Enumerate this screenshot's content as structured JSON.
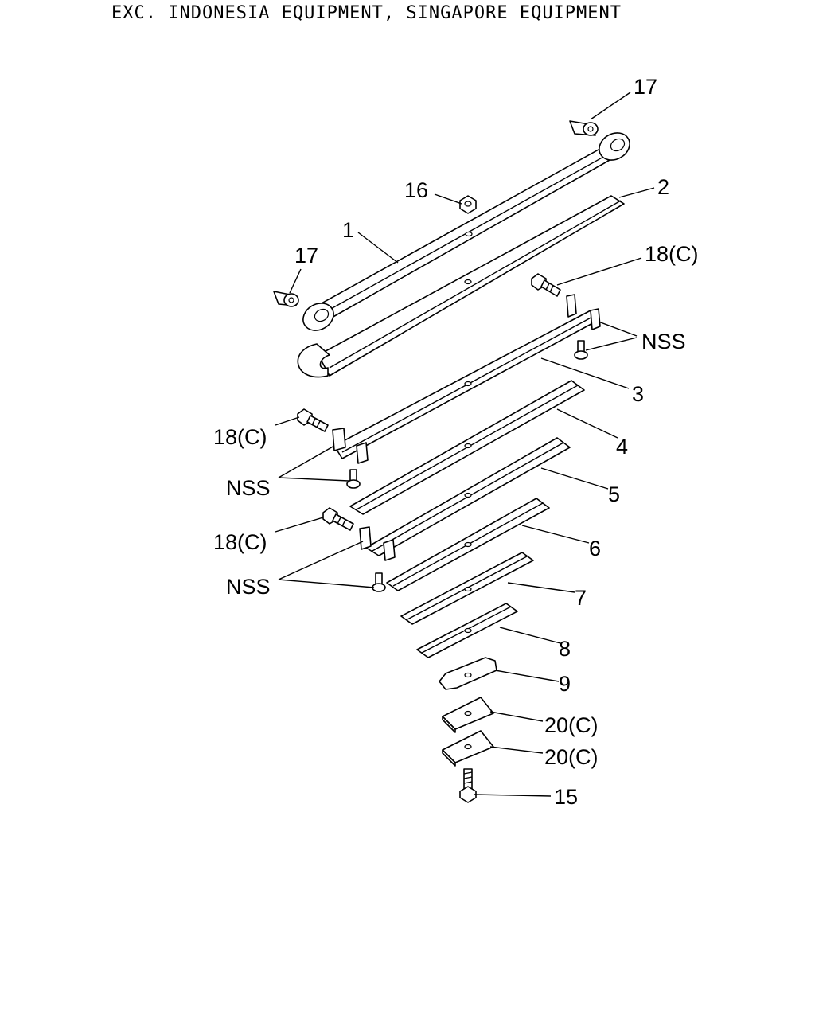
{
  "header": {
    "title": "EXC. INDONESIA EQUIPMENT, SINGAPORE EQUIPMENT"
  },
  "callouts": {
    "c17_top": "17",
    "c16": "16",
    "c2": "2",
    "c1": "1",
    "c17_left": "17",
    "c18_right": "18(C)",
    "c_nss_right": "NSS",
    "c3": "3",
    "c18_mid": "18(C)",
    "c4": "4",
    "c_nss_mid": "NSS",
    "c5": "5",
    "c18_low": "18(C)",
    "c6": "6",
    "c_nss_low": "NSS",
    "c7": "7",
    "c8": "8",
    "c9": "9",
    "c20_a": "20(C)",
    "c20_b": "20(C)",
    "c15": "15"
  }
}
